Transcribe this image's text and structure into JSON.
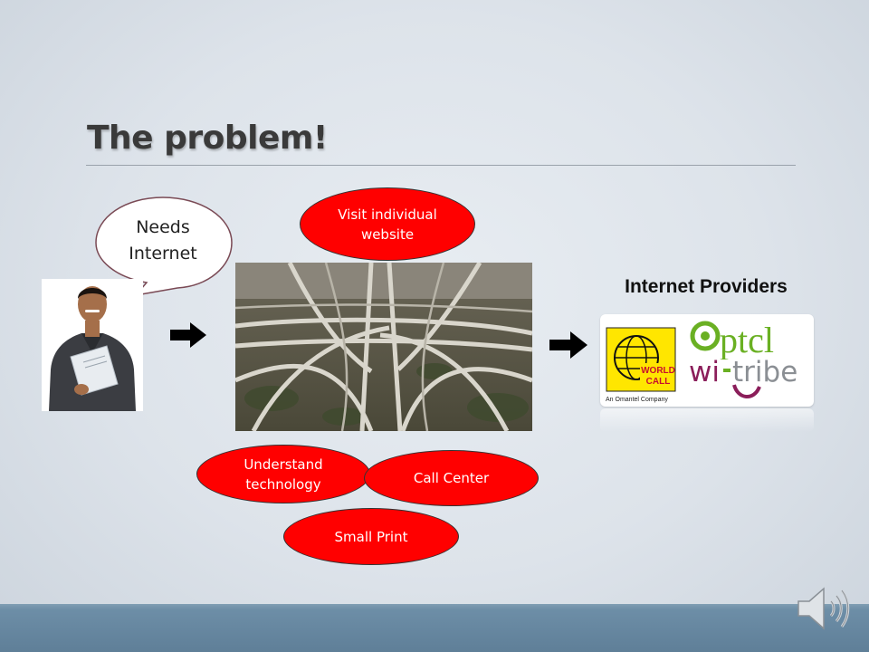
{
  "slide": {
    "title": "The problem!",
    "bubble": {
      "line1": "Needs",
      "line2": "Internet"
    },
    "ovals": {
      "visit": {
        "line1": "Visit individual",
        "line2": "website"
      },
      "understand": {
        "line1": "Understand",
        "line2": "technology"
      },
      "call_center": "Call Center",
      "small_print": "Small Print"
    },
    "providers_label": "Internet Providers",
    "logos": {
      "worldcall": {
        "line1": "WORLD",
        "line2": "CALL",
        "tagline": "An Omantel Company"
      },
      "ptcl": "ptcl",
      "witribe": {
        "part1": "wi",
        "part2": "tribe"
      }
    }
  },
  "colors": {
    "oval_red": "#ff0000",
    "footer": "#5f7f98",
    "ptcl_green": "#6ab023",
    "witribe_purple": "#8b1e5a"
  },
  "icons": [
    "speaker-icon",
    "right-arrow-icon"
  ]
}
